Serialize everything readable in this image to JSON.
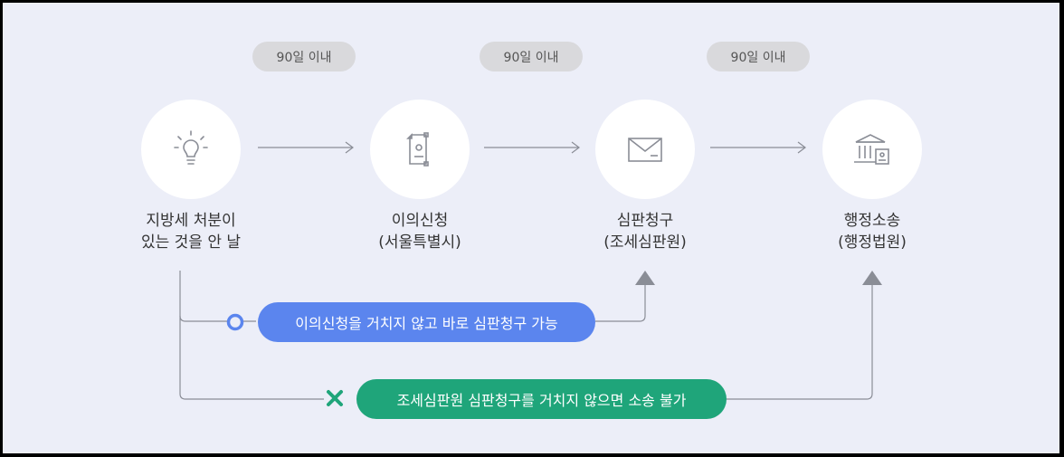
{
  "periods": [
    "90일 이내",
    "90일 이내",
    "90일 이내"
  ],
  "steps": [
    {
      "icon": "lightbulb-icon",
      "line1": "지방세 처분이",
      "line2": "있는 것을 안 날"
    },
    {
      "icon": "document-icon",
      "line1": "이의신청",
      "line2": "(서울특별시)"
    },
    {
      "icon": "envelope-icon",
      "line1": "심판청구",
      "line2": "(조세심판원)"
    },
    {
      "icon": "courthouse-icon",
      "line1": "행정소송",
      "line2": "(행정법원)"
    }
  ],
  "paths": {
    "allowed": {
      "text": "이의신청을 거치지 않고 바로 심판청구 가능",
      "symbol": "○",
      "color": "#5b85ee"
    },
    "denied": {
      "text": "조세심판원 심판청구를 거치지 않으면 소송 불가",
      "symbol": "✕",
      "color": "#1fa57a"
    }
  },
  "colors": {
    "background": "#eceef8",
    "line": "#8a8d96",
    "badge": "#d9d9dc"
  }
}
